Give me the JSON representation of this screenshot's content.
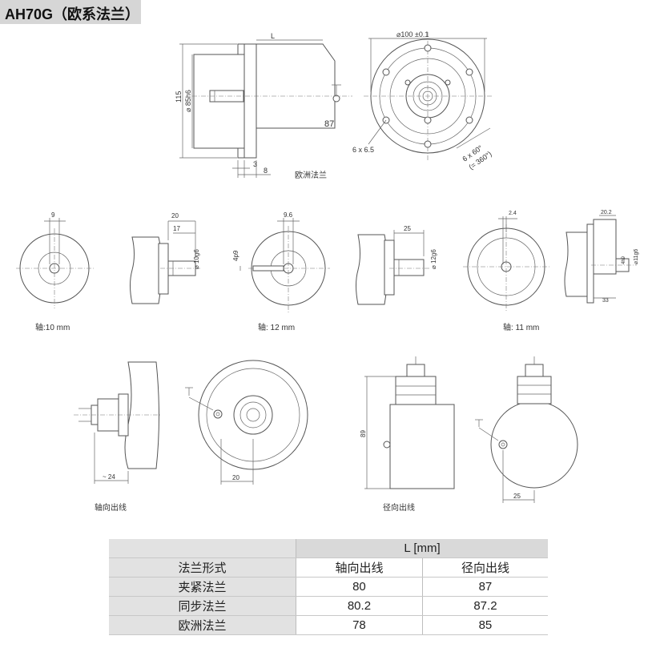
{
  "title": "AH70G（欧系法兰）",
  "top_drawing": {
    "dims": {
      "length": "L",
      "height": "115",
      "bore": "⌀ 85h6",
      "dia": "⌀100 ±0.1",
      "value_87": "87",
      "d3": "3",
      "d8": "8",
      "holes": "6 x 6.5",
      "angle_a": "6 x 60°",
      "angle_b": "(= 360°)"
    },
    "caption": "欧洲法兰"
  },
  "shaft_views": [
    {
      "caption": "轴:10 mm",
      "front_dim": "9",
      "side_dims": [
        "20",
        "17",
        "⌀ 10g6"
      ]
    },
    {
      "caption": "轴: 12 mm",
      "front_dim": "9.6",
      "front_side_dim": "4p9",
      "side_dims": [
        "25",
        "⌀ 12g6"
      ]
    },
    {
      "caption": "轴: 11 mm",
      "front_dim": "2.4",
      "side_dims": [
        "20.2",
        "⌀11g6",
        "4h9",
        "33"
      ]
    }
  ],
  "outlet_views": {
    "axial": {
      "caption": "轴向出线",
      "dims": [
        "~ 24",
        "20"
      ]
    },
    "radial": {
      "caption": "径向出线",
      "dims": [
        "89",
        "25"
      ]
    }
  },
  "table": {
    "header_top": "L [mm]",
    "header_row": [
      "法兰形式",
      "轴向出线",
      "径向出线"
    ],
    "rows": [
      {
        "name": "夹紧法兰",
        "axial": "80",
        "radial": "87"
      },
      {
        "name": "同步法兰",
        "axial": "80.2",
        "radial": "87.2"
      },
      {
        "name": "欧洲法兰",
        "axial": "78",
        "radial": "85"
      }
    ]
  }
}
